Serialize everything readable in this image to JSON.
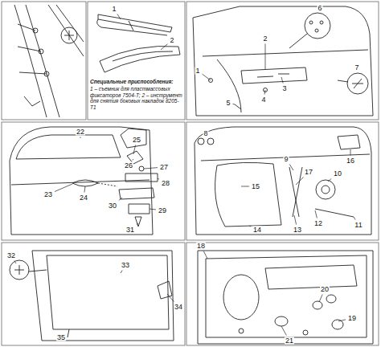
{
  "diagram": {
    "labels": [
      "Специальные приспособления:",
      "1 – съемник для пластмассовых фиксаторов 7504-Т; 2 – инструмент для снятия боковых накладок 8205-Т1",
      "1",
      "2",
      "6",
      "2",
      "3",
      "1",
      "4",
      "5",
      "7",
      "22",
      "25",
      "26",
      "27",
      "28",
      "23",
      "24",
      "30",
      "29",
      "31",
      "8",
      "16",
      "9",
      "17",
      "15",
      "10",
      "14",
      "13",
      "12",
      "11",
      "32",
      "33",
      "34",
      "35",
      "18",
      "20",
      "19",
      "21"
    ]
  }
}
